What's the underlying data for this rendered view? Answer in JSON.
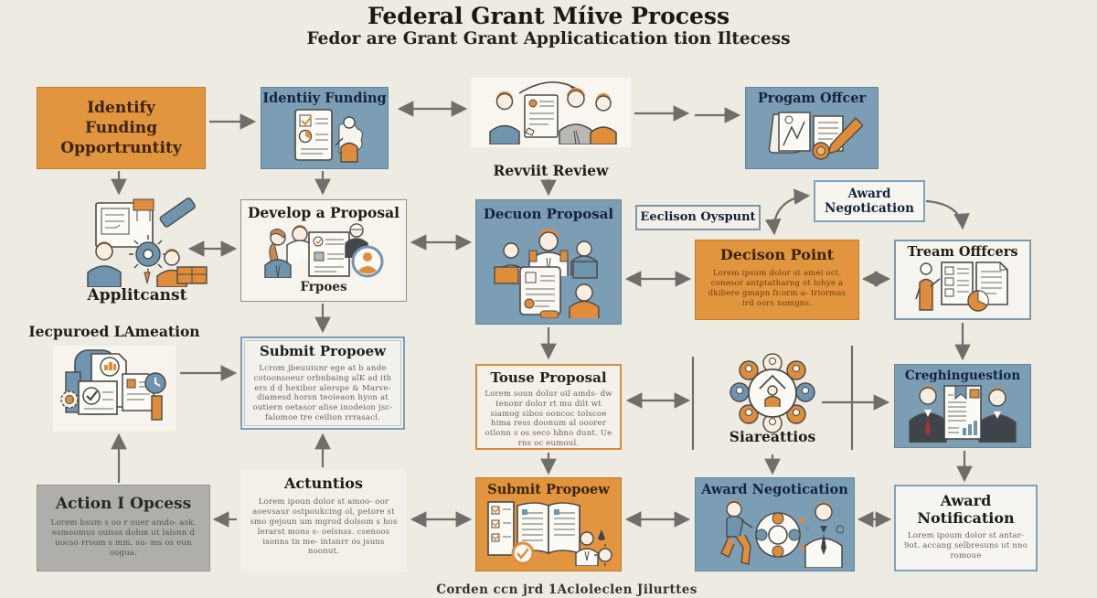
{
  "title": "Federal Grant Míive Process",
  "subtitle": "Fedor are Grant Grant Applicatication tion Iltecess",
  "caption": "Corden ccn jrd 1Acloleclen Jilurttes",
  "colors": {
    "background": "#EDEBE2",
    "orange_fill": "#E2953F",
    "blue_fill": "#7C9EB5",
    "gray_fill": "#AFAEAB",
    "blue_border": "#7FA3BC",
    "orange_border": "#D98A36",
    "arrow": "#6F6E69"
  },
  "nodes": {
    "identify_funding_opportunity": {
      "label": "Identify\nFunding\nOpportruntity"
    },
    "identiiy_funding": {
      "label": "Identiiy Funding",
      "icon": "document-checklist-person-icon"
    },
    "revviit_review": {
      "label": "Revviit Review",
      "icon": "peer-review-people-icon"
    },
    "progam_offcer": {
      "label": "Progam Offcer",
      "icon": "document-pencil-award-icon"
    },
    "applitcanst": {
      "label": "Applitcanst",
      "icon": "people-gear-tools-icon"
    },
    "develop_a_proposal": {
      "label": "Develop a Proposal",
      "sublabel": "Frpoes",
      "icon": "team-document-icon"
    },
    "decuon_proposal": {
      "label": "Decuon Proposal",
      "icon": "committee-document-icon"
    },
    "eeclison_oyspunt": {
      "label": "Eeclison Oyspunt"
    },
    "award_negotication_top": {
      "label": "Award\nNegotication"
    },
    "decison_point": {
      "label": "Decison Point",
      "body": "Lorem ipsum dolor st amei oct. conesor antptatharng ot lohye a dkibere gmapn fr.orm a- Iriormas ird oors nomgns."
    },
    "tream_offfcers": {
      "label": "Tream Offfcers",
      "icon": "presenter-documents-icon"
    },
    "iecpuroed_lameation": {
      "label": "Iecpuroed LAmeation",
      "icon": "documents-check-clock-icon"
    },
    "submit_propoew_top": {
      "label": "Submit Propoew",
      "body": "Lcrom jbeuuiunr ege at b ande cotoonsoeur orbnbaing alK ad ith ers d d hexibor alerspe & Marve- diamesd horsn teoieaon hyon at outiern oetasor alise inodeion jsc- falomoe tre ceilion rrrasacl."
    },
    "touse_proposal": {
      "label": "Touse Proposal",
      "body": "Lorem soun dolur oil amds- dw tenonr dolor rt mu dilt wt siamog sibos ooncoc tolscoe hima ress doonum al ooorer otlonn s os seco hbno dunt. Ue rns oc eumoul."
    },
    "siareattios": {
      "label": "Siareattios",
      "icon": "people-circle-icon"
    },
    "creghinguestion": {
      "label": "Creghinguestion",
      "icon": "reviewers-certificate-icon"
    },
    "action_i_opcess": {
      "label": "Action I Opcess",
      "body": "Lorem bsum s oo r ouer amdo- ask. esmoomus ouisss dohm ut lalsnn d uocso rrsom s mm. su- ms os eun oogua."
    },
    "actuntios": {
      "label": "Actuntios",
      "body": "Lorem ipoun dolor st amoo- oor aoevsaur ostpoukcing ol, petore st smo gejoun um mgrod dolsom s hos lerarst mons s- oelsnss. csenoos isonns tn me- intsnrr os jsuns noonut."
    },
    "submit_propoew_bottom": {
      "label": "Submit Propoew",
      "icon": "open-book-checklist-icon"
    },
    "award_negotication_bottom": {
      "label": "Award Negotication",
      "icon": "negotiation-people-icon"
    },
    "award_notification": {
      "label": "Award\nNotification",
      "body": "Lorem ipoum dolor st antar- 9ot. accang selbresuns ut nno romoue"
    }
  }
}
